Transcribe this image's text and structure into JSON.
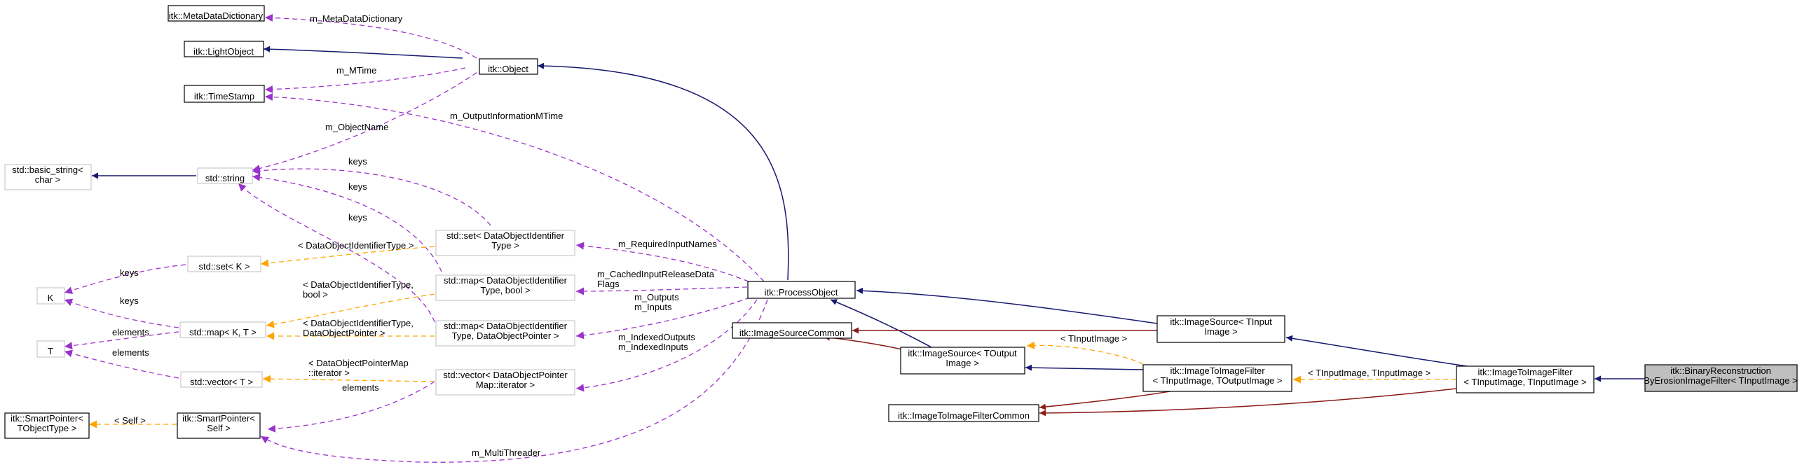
{
  "diagram": {
    "nodes": {
      "meta_data_dictionary": [
        "itk::MetaDataDictionary"
      ],
      "light_object": [
        "itk::LightObject"
      ],
      "time_stamp": [
        "itk::TimeStamp"
      ],
      "object": [
        "itk::Object"
      ],
      "basic_string": [
        "std::basic_string<",
        "char >"
      ],
      "std_string": [
        "std::string"
      ],
      "set_k": [
        "std::set< K >"
      ],
      "k": [
        "K"
      ],
      "t": [
        "T"
      ],
      "map_k_t": [
        "std::map< K, T >"
      ],
      "vector_t": [
        "std::vector< T >"
      ],
      "smart_pointer_tobject": [
        "itk::SmartPointer<",
        "TObjectType >"
      ],
      "smart_pointer_self": [
        "itk::SmartPointer<",
        "Self >"
      ],
      "set_doi_type": [
        "std::set< DataObjectIdentifier",
        "Type >"
      ],
      "map_doi_bool": [
        "std::map< DataObjectIdentifier",
        "Type, bool >"
      ],
      "map_doi_dop": [
        "std::map< DataObjectIdentifier",
        "Type, DataObjectPointer >"
      ],
      "vector_dop_iter": [
        "std::vector< DataObjectPointer",
        "Map::iterator >"
      ],
      "process_object": [
        "itk::ProcessObject"
      ],
      "image_source_common": [
        "itk::ImageSourceCommon"
      ],
      "image_source_toutput": [
        "itk::ImageSource< TOutput",
        "Image >"
      ],
      "image_source_tinput": [
        "itk::ImageSource< TInput",
        "Image >"
      ],
      "image_to_image_filter_common": [
        "itk::ImageToImageFilterCommon"
      ],
      "image_to_image_filter_tin_tout": [
        "itk::ImageToImageFilter",
        "< TInputImage, TOutputImage >"
      ],
      "image_to_image_filter_tin_tin": [
        "itk::ImageToImageFilter",
        "< TInputImage, TInputImage >"
      ],
      "binary_reconstruction": [
        "itk::BinaryReconstruction",
        "ByErosionImageFilter< TInputImage >"
      ]
    },
    "edge_labels": {
      "m_metadatadictionary": [
        "m_MetaDataDictionary"
      ],
      "m_mtime": [
        "m_MTime"
      ],
      "m_objectname": [
        "m_ObjectName"
      ],
      "m_outputinformationmtime": [
        "m_OutputInformationMTime"
      ],
      "keys_string_set": [
        "keys"
      ],
      "keys_string_map": [
        "keys"
      ],
      "keys_string_setk": [
        "keys"
      ],
      "keys_k_set": [
        "keys"
      ],
      "keys_k_map": [
        "keys"
      ],
      "elements_t_map": [
        "elements"
      ],
      "elements_t_vector": [
        "elements"
      ],
      "elements_sp_vector": [
        "elements"
      ],
      "tmpl_doi_type": [
        "< DataObjectIdentifierType >"
      ],
      "tmpl_doi_bool": [
        "< DataObjectIdentifierType,",
        "bool >"
      ],
      "tmpl_doi_dop": [
        "< DataObjectIdentifierType,",
        "DataObjectPointer >"
      ],
      "tmpl_dopmap_iter": [
        "< DataObjectPointerMap",
        "::iterator >"
      ],
      "tmpl_self": [
        "< Self >"
      ],
      "m_requiredinputnames": [
        "m_RequiredInputNames"
      ],
      "m_cachedinputreleasedataflags": [
        "m_CachedInputReleaseData",
        "Flags"
      ],
      "m_outputs_inputs": [
        "m_Outputs",
        "m_Inputs"
      ],
      "m_indexedoutputs_inputs": [
        "m_IndexedOutputs",
        "m_IndexedInputs"
      ],
      "m_multithreader": [
        "m_MultiThreader"
      ],
      "tmpl_tinputimage": [
        "< TInputImage >"
      ],
      "tmpl_tin_tin": [
        "< TInputImage, TInputImage >"
      ]
    }
  }
}
